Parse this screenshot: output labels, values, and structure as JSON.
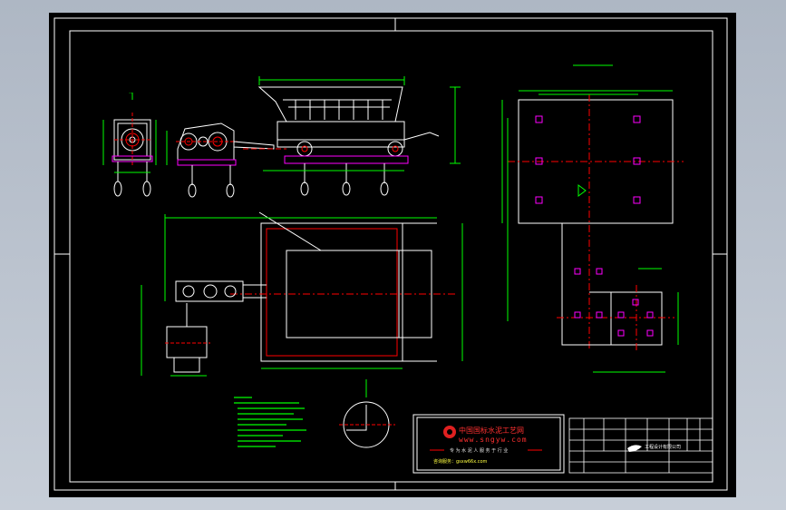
{
  "logo": {
    "title": "中国国标水泥工艺网",
    "url": "www.sngyw.com",
    "slogan": "专 为 水 泥 人   服 务 于 行 业",
    "contact": "咨询服务：gsxw66x.com"
  },
  "title_block": {
    "company": "工程设计有限公司"
  },
  "colors": {
    "background": "#000000",
    "frame": "#ffffff",
    "geometry": "#ffffff",
    "dimension": "#00ff00",
    "centerline": "#ff2020",
    "hidden": "#ff00ff",
    "notes": "#00ff00",
    "viewport": "#b4bcc8"
  },
  "icons": {
    "logo": "gear-logo-icon",
    "company": "company-mark-icon"
  }
}
